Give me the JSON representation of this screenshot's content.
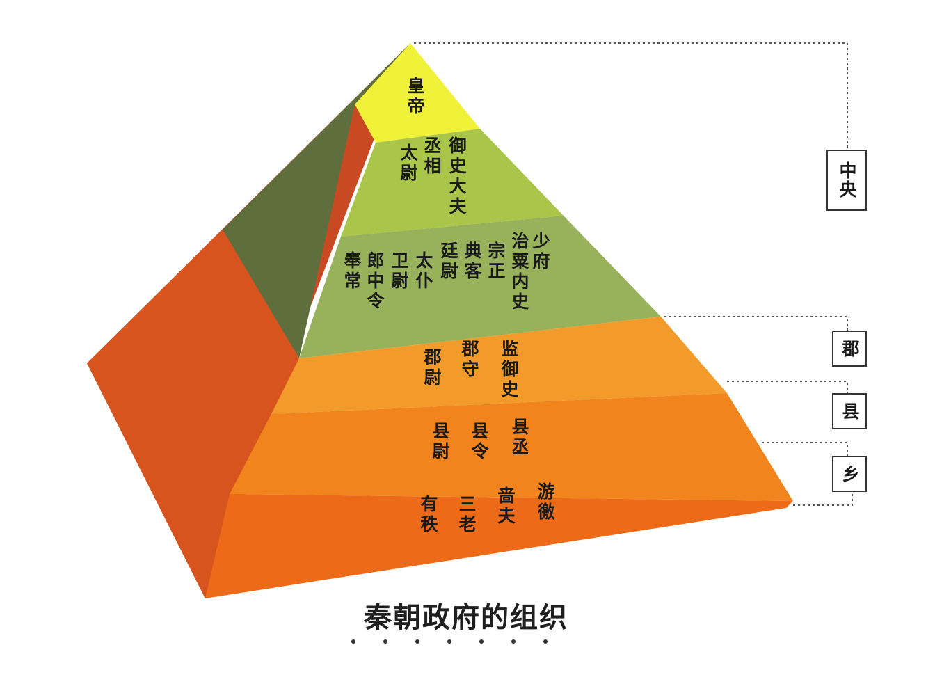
{
  "title": "秦朝政府的组织",
  "colors": {
    "top": "#f0f23a",
    "green_light": "#a9c64a",
    "green_mid": "#97b25a",
    "green_dark": "#5f6e3d",
    "orange_1": "#f29b2a",
    "orange_2": "#f2841d",
    "orange_3": "#ec6a18",
    "left_red": "#d4461f"
  },
  "tiers": [
    {
      "label": "中央"
    },
    {
      "label": "郡"
    },
    {
      "label": "县"
    },
    {
      "label": "乡"
    }
  ],
  "levels": {
    "emperor": [
      "皇帝"
    ],
    "three_lords": [
      "御史大夫",
      "丞相",
      "太尉"
    ],
    "nine_ministers": [
      "少府",
      "治粟内史",
      "宗正",
      "典客",
      "廷尉",
      "太仆",
      "卫尉",
      "郎中令",
      "奉常"
    ],
    "commandery": [
      "监御史",
      "郡守",
      "郡尉"
    ],
    "county": [
      "县丞",
      "县令",
      "县尉"
    ],
    "township": [
      "游徼",
      "啬夫",
      "三老",
      "有秩"
    ]
  }
}
